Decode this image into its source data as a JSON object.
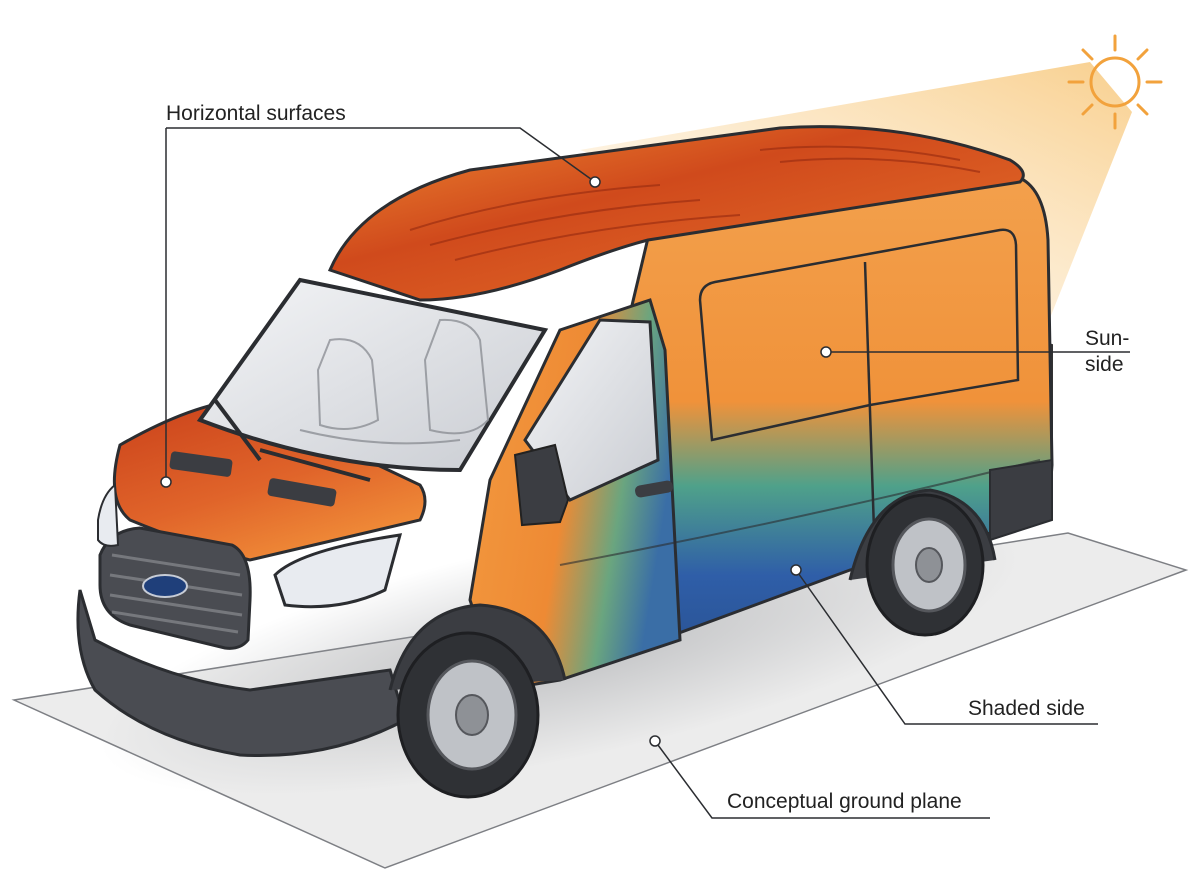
{
  "labels": {
    "horizontal_surfaces": "Horizontal surfaces",
    "sun_side_line1": "Sun-",
    "sun_side_line2": "side",
    "shaded_side": "Shaded side",
    "ground_plane": "Conceptual ground plane"
  },
  "colors": {
    "hot_red": "#c9401a",
    "hot_orange": "#ec8a34",
    "warm_orange": "#f39a45",
    "cool_teal": "#3f9a8c",
    "cool_blue": "#2f5ea8",
    "trim_dark": "#3b3d42",
    "ground": "#ececec",
    "sun": "#f2a23c"
  }
}
